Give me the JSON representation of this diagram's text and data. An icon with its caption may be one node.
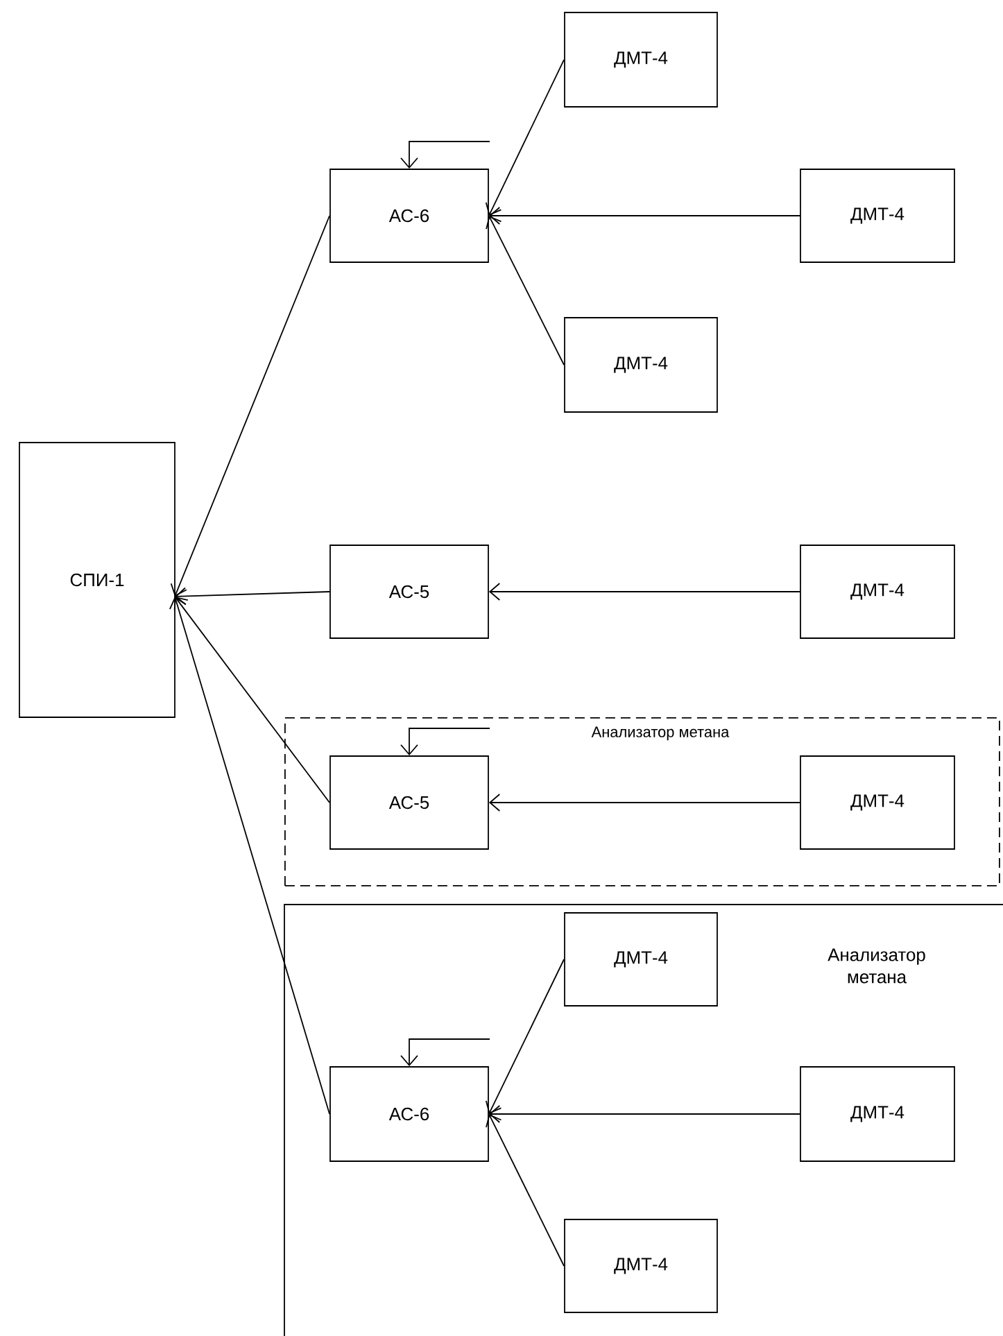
{
  "diagram": {
    "nodes": [
      {
        "text": [
          "СПИ-1"
        ]
      },
      {
        "text": [
          "АС-6"
        ]
      },
      {
        "text": [
          "ДМТ-4"
        ]
      },
      {
        "text": [
          "ДМТ-4"
        ]
      },
      {
        "text": [
          "ДМТ-4"
        ]
      },
      {
        "text": [
          "АС-5"
        ]
      },
      {
        "text": [
          "ДМТ-4"
        ]
      },
      {
        "text": [
          "Анализатор метана"
        ]
      },
      {
        "text": [
          "АС-5"
        ],
        "in": 7
      },
      {
        "text": [
          "ДМТ-4"
        ],
        "in": 7
      },
      {
        "text": [
          "Анализатор метана"
        ]
      },
      {
        "text": [
          "ДМТ-4"
        ],
        "in": 10
      },
      {
        "text": [
          "АС-6"
        ],
        "in": 10
      },
      {
        "text": [
          "ДМТ-4"
        ],
        "in": 10
      },
      {
        "text": [
          "ДМТ-4"
        ],
        "in": 10
      }
    ],
    "edges": [
      {
        "from": 1,
        "to": 0,
        "arrow": "to"
      },
      {
        "from": 5,
        "to": 0,
        "arrow": "to"
      },
      {
        "from": 8,
        "to": 0,
        "arrow": "to"
      },
      {
        "from": 12,
        "to": 0,
        "arrow": "to"
      },
      {
        "from": 2,
        "to": 1,
        "arrow": "to"
      },
      {
        "from": 3,
        "to": 1,
        "arrow": "to"
      },
      {
        "from": 4,
        "to": 1,
        "arrow": "to"
      },
      {
        "from": 6,
        "to": 5,
        "arrow": "to"
      },
      {
        "from": 9,
        "to": 8,
        "arrow": "to"
      },
      {
        "from": 11,
        "to": 12,
        "arrow": "to"
      },
      {
        "from": 13,
        "to": 12,
        "arrow": "to"
      },
      {
        "from": 14,
        "to": 12,
        "arrow": "to"
      },
      {
        "from": null,
        "to": 1,
        "arrow": "to"
      },
      {
        "from": null,
        "to": 8,
        "arrow": "to"
      },
      {
        "from": null,
        "to": 12,
        "arrow": "to"
      }
    ]
  }
}
